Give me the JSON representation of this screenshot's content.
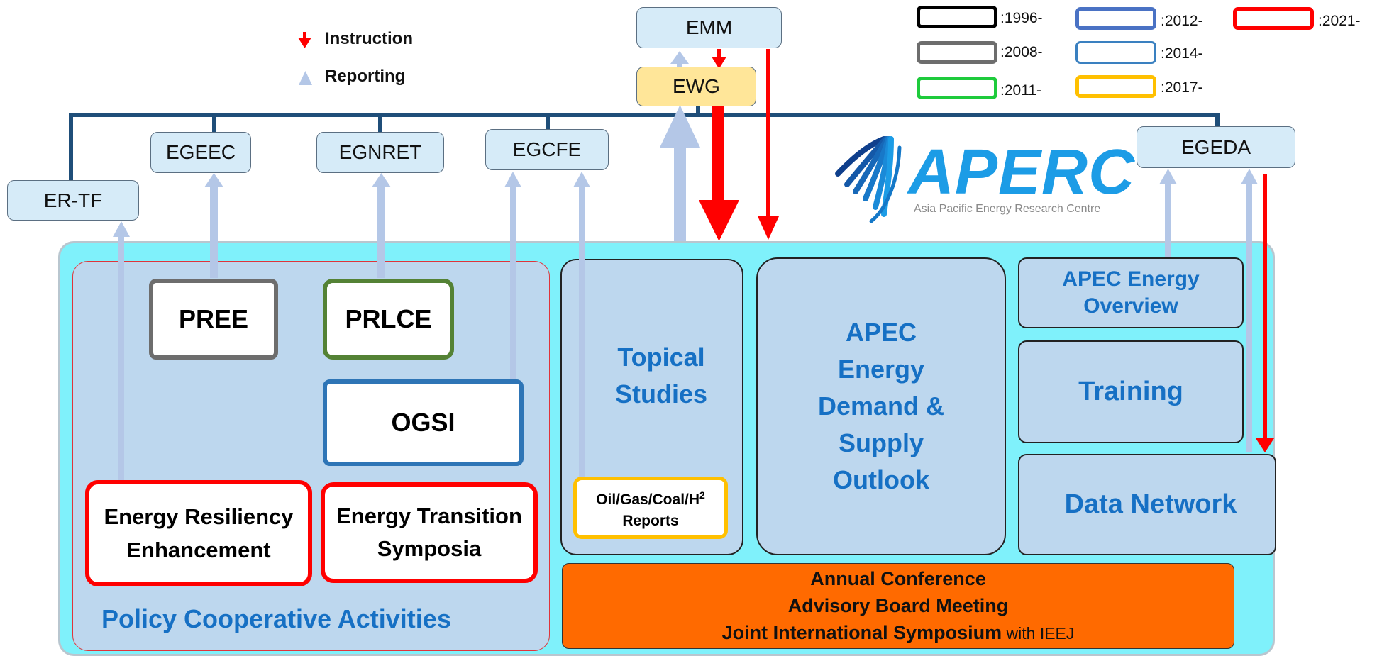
{
  "legend_arrows": {
    "instruction": "Instruction",
    "reporting": "Reporting"
  },
  "legend_years": {
    "y1996": ":1996-",
    "y2008": ":2008-",
    "y2011": ":2011-",
    "y2012": ":2012-",
    "y2014": ":2014-",
    "y2017": ":2017-",
    "y2021": ":2021-"
  },
  "colors": {
    "y1996": "#000000",
    "y2008": "#6d6d6d",
    "y2011": "#1ecb3c",
    "y2012": "#4a72c4",
    "y2014": "#3a80c0",
    "y2017": "#ffc000",
    "y2021": "#ff0000",
    "instruction_arrow": "#ff0000",
    "reporting_arrow": "#b4c7e7",
    "tree_line": "#1f4e79",
    "panel": "#7ff1fb",
    "orange": "#ff6a00"
  },
  "groups": {
    "emm": "EMM",
    "ewg": "EWG",
    "ertf": "ER-TF",
    "egeec": "EGEEC",
    "egnret": "EGNRET",
    "egcfe": "EGCFE",
    "egeda": "EGEDA"
  },
  "logo": {
    "name": "APERC",
    "tagline": "Asia Pacific Energy Research Centre"
  },
  "activities": {
    "pree": "PREE",
    "prlce": "PRLCE",
    "ogsi": "OGSI",
    "resiliency": "Energy Resiliency\nEnhancement",
    "transition": "Energy Transition\nSymposia",
    "policy_title": "Policy Cooperative Activities"
  },
  "research": {
    "topical": "Topical\nStudies",
    "reports": "Oil/Gas/Coal/H",
    "reports_sup": "2",
    "reports_line2": "Reports",
    "outlook": "APEC\nEnergy\nDemand &\nSupply\nOutlook",
    "overview": "APEC Energy\nOverview",
    "training": "Training",
    "data_network": "Data Network"
  },
  "events": {
    "annual": "Annual Conference",
    "advisory": "Advisory Board Meeting",
    "joint": "Joint International Symposium",
    "joint_suffix": " with IEEJ"
  }
}
